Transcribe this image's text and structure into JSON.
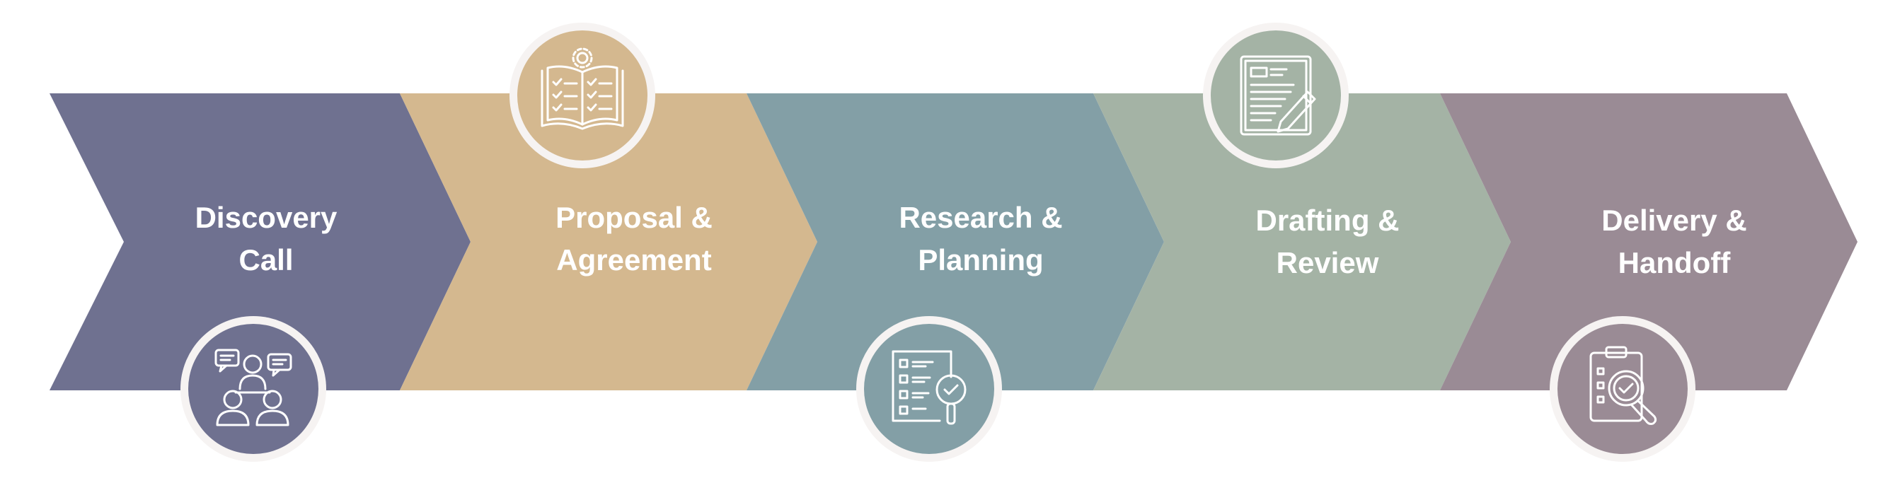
{
  "steps": [
    {
      "line1": "Discovery",
      "line2": "Call",
      "color": "#6f7190",
      "icon": "meeting-chat-icon"
    },
    {
      "line1": "Proposal &",
      "line2": "Agreement",
      "color": "#d4b88f",
      "icon": "open-book-checklist-gear-icon"
    },
    {
      "line1": "Research &",
      "line2": "Planning",
      "color": "#839fa6",
      "icon": "checklist-magnifier-icon"
    },
    {
      "line1": "Drafting &",
      "line2": "Review",
      "color": "#a4b3a5",
      "icon": "document-pencil-icon"
    },
    {
      "line1": "Delivery &",
      "line2": "Handoff",
      "color": "#9a8b95",
      "icon": "clipboard-magnifier-check-icon"
    }
  ]
}
